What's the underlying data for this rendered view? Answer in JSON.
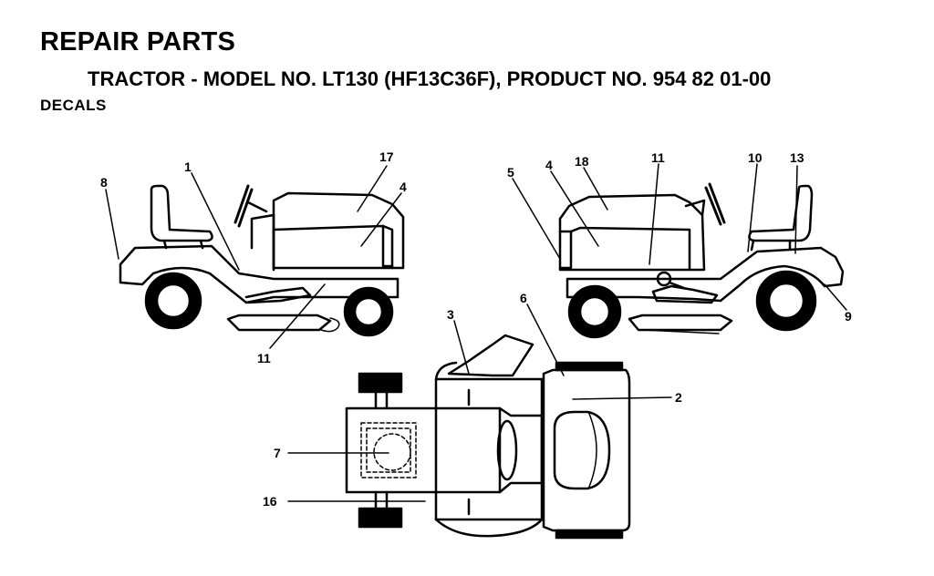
{
  "header": {
    "title": "REPAIR PARTS",
    "subtitle": "TRACTOR - MODEL NO. LT130 (HF13C36F), PRODUCT NO. 954 82 01-00",
    "section": "DECALS"
  },
  "callouts": {
    "c1": "1",
    "c2": "2",
    "c3": "3",
    "c4a": "4",
    "c4b": "4",
    "c5": "5",
    "c6": "6",
    "c7": "7",
    "c8": "8",
    "c9": "9",
    "c10": "10",
    "c11a": "11",
    "c11b": "11",
    "c13": "13",
    "c16": "16",
    "c17": "17",
    "c18": "18"
  }
}
